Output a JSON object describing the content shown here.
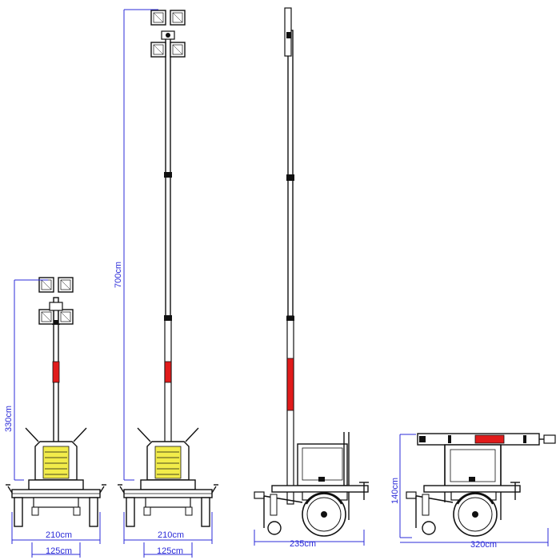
{
  "views": {
    "front_lowered": {
      "mast_height_label": "330cm",
      "track_width_label": "210cm",
      "inner_width_label": "125cm"
    },
    "front_raised": {
      "mast_height_label": "700cm",
      "track_width_label": "210cm",
      "inner_width_label": "125cm"
    },
    "side_raised": {
      "length_label": "235cm"
    },
    "side_transport": {
      "height_label": "140cm",
      "length_label": "320cm"
    }
  },
  "colors": {
    "line": "#111111",
    "dimension": "#2b2bd8",
    "accent": "#e11b1b",
    "panel": "#f2ec4a"
  }
}
